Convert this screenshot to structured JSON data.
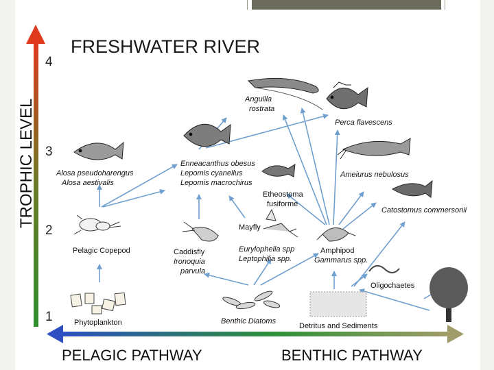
{
  "title": "FRESHWATER RIVER",
  "y_axis": {
    "label": "TROPHIC LEVEL",
    "levels": [
      "1",
      "2",
      "3",
      "4"
    ]
  },
  "x_axis": {
    "left": "PELAGIC  PATHWAY",
    "right": "BENTHIC  PATHWAY"
  },
  "organisms": {
    "phytoplankton": "Phytoplankton",
    "pelagic_copepod": "Pelagic Copepod",
    "alosa_1": "Alosa pseudoharengus",
    "alosa_2": "Alosa aestivalis",
    "enneacanthus_1": "Enneacanthus obesus",
    "enneacanthus_2": "Lepomis cyanellus",
    "enneacanthus_3": "Lepomis macrochirus",
    "anguilla_1": "Anguilla",
    "anguilla_2": "rostrata",
    "perca": "Perca flavescens",
    "ameiurus": "Ameiurus nebulosus",
    "etheostoma_1": "Etheostoma",
    "etheostoma_2": "fusiforme",
    "catostomus": "Catostomus commersonii",
    "caddisfly_1": "Caddisfly",
    "caddisfly_2": "Ironoquia",
    "caddisfly_3": "parvula",
    "mayfly_1": "Mayfly",
    "mayfly_2": "Eurylophella spp",
    "mayfly_3": "Leptophilia spp.",
    "amphipod_1": "Amphipod",
    "amphipod_2": "Gammarus spp.",
    "oligochaetes": "Oligochaetes",
    "diatoms": "Benthic Diatoms",
    "detritus": "Detritus and Sediments"
  },
  "colors": {
    "arrow": "#6f9fce",
    "axis_top": "#e03a1e",
    "axis_bottom": "#2f8f2f",
    "benthic": "#a09c6a",
    "pelagic": "#2d4fc2"
  }
}
